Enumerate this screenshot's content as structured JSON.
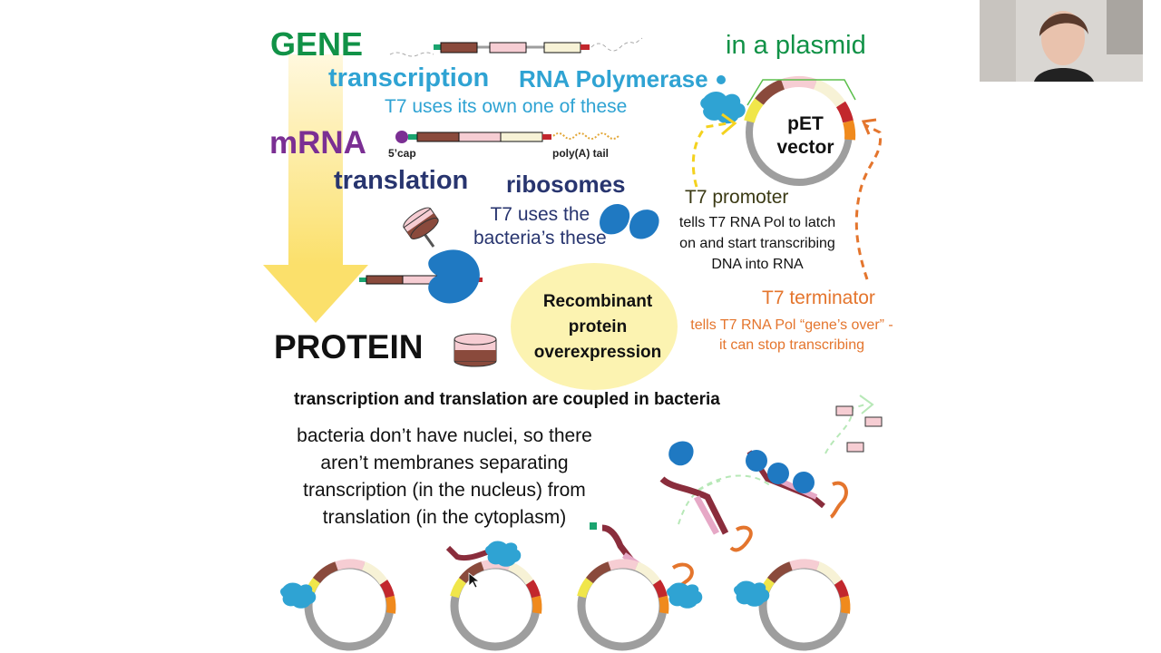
{
  "slide": {
    "gene": "GENE",
    "plasmid_title": "in a plasmid",
    "transcription": "transcription",
    "rna_polymerase": "RNA Polymerase",
    "t7_own": "T7 uses its own one of these",
    "mrna": "mRNA",
    "cap_label": "5’cap",
    "polya_label": "poly(A) tail",
    "translation": "translation",
    "ribosomes": "ribosomes",
    "t7_bacteria": "T7 uses the\nbacteria’s these",
    "vector_label": "pET\nvector",
    "t7_promoter": "T7 promoter",
    "t7_promoter_desc": "tells T7 RNA Pol to latch\non and start transcribing\nDNA into RNA",
    "t7_terminator": "T7 terminator",
    "t7_terminator_desc": "tells T7 RNA Pol “gene’s over” -\nit can stop transcribing",
    "protein": "PROTEIN",
    "recombinant": "Recombinant\nprotein\noverexpression",
    "coupled": "transcription and translation are coupled in bacteria",
    "bacteria_nuclei": "bacteria don’t have nuclei, so there\naren’t membranes separating\ntranscription (in the nucleus) from\ntranslation (in the cytoplasm)"
  },
  "colors": {
    "green": "#119247",
    "blue": "#2fa3d3",
    "purple": "#7b2f93",
    "navy": "#28356f",
    "orange": "#e4752d",
    "ribosome_blue": "#1f79c2",
    "gene_brown": "#8a4a3c",
    "gene_pink": "#f6cdd3",
    "gene_cream": "#f7f2d6",
    "arrow_yellow": "#fbe88e"
  },
  "webcam": {
    "icon": "presenter-video"
  }
}
